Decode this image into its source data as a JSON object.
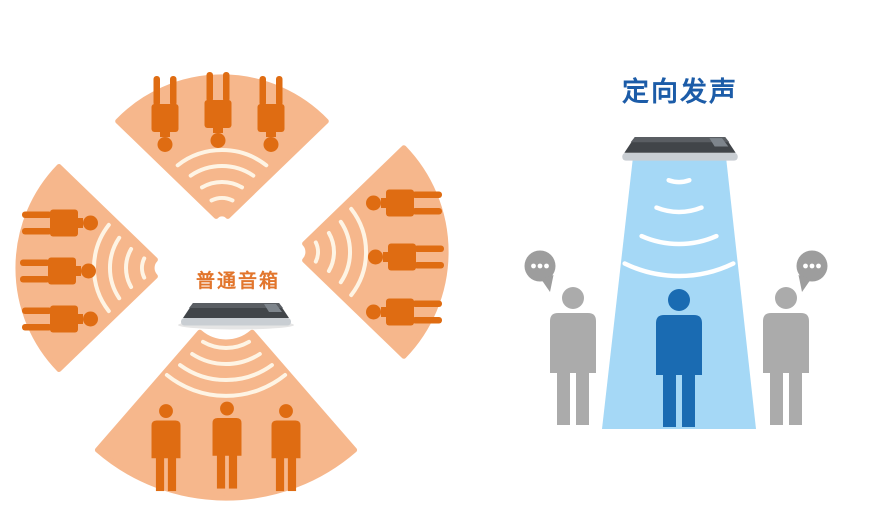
{
  "colors": {
    "fan": "#F6B78C",
    "listener": "#DF6C12",
    "wave-left": "#FEF4E4",
    "label": "#E2762D",
    "title": "#1C5CA8",
    "beam": "#A5D8F6",
    "wave-right": "#FFFFFF",
    "target": "#1A6BB2",
    "bystander": "#ABABAB",
    "bubble": "#9D9D9D",
    "device-dark": "#414549",
    "device-top": "#5A5E63",
    "device-base": "#C9CED3"
  },
  "left_panel": {
    "label": "普通音箱",
    "fans": [
      {
        "direction": "up",
        "listeners": 3,
        "waves": 4
      },
      {
        "direction": "left",
        "listeners": 3,
        "waves": 4
      },
      {
        "direction": "right",
        "listeners": 3,
        "waves": 4
      },
      {
        "direction": "down",
        "listeners": 3,
        "waves": 4
      }
    ]
  },
  "right_panel": {
    "title": "定向发声",
    "beam_waves": 4,
    "listeners_in_beam": 1,
    "bystanders": 2,
    "speech_bubbles": 2,
    "dots_per_bubble": 3
  }
}
